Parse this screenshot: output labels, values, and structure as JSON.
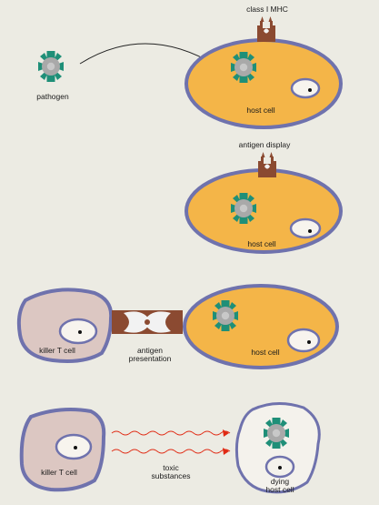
{
  "labels": {
    "pathogen": "pathogen",
    "class_mhc": "class I MHC",
    "host_cell_1": "host cell",
    "antigen_display": "antigen display",
    "host_cell_2": "host cell",
    "killer_t_cell_1": "killer T cell",
    "antigen_presentation_line1": "antigen",
    "antigen_presentation_line2": "presentation",
    "host_cell_3": "host cell",
    "killer_t_cell_2": "killer T cell",
    "toxic_substances_line1": "toxic",
    "toxic_substances_line2": "substances",
    "dying_host_cell_line1": "dying",
    "dying_host_cell_line2": "host cell"
  },
  "colors": {
    "background": "#ecebe3",
    "host_cell_fill": "#f4b548",
    "cell_border": "#6f72ad",
    "killer_cell_fill": "#dcc7c2",
    "pathogen_core": "#a9a9a9",
    "pathogen_spike": "#1f8f78",
    "mhc_receptor": "#8b4a31",
    "toxic_wave": "#e02a14"
  }
}
